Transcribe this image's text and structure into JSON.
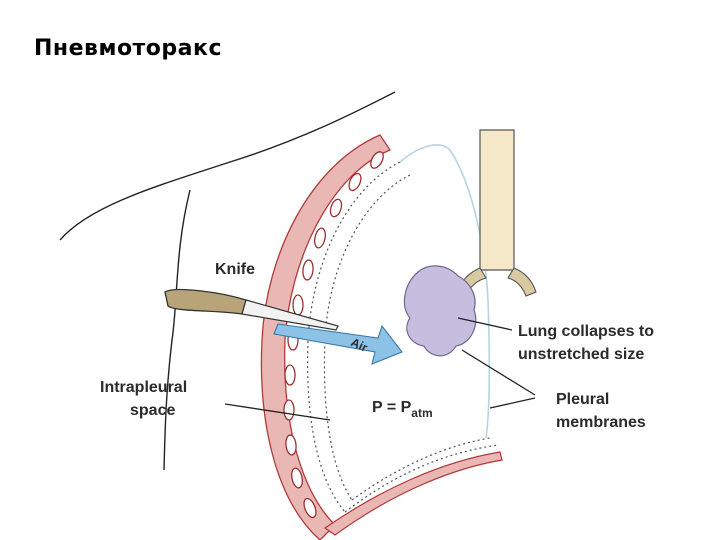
{
  "title": "Пневмоторакс",
  "labels": {
    "knife": "Knife",
    "air": "Air",
    "intrapleural_line1": "Intrapleural",
    "intrapleural_line2": "space",
    "pressure_main": "P = P",
    "pressure_sub": "atm",
    "lung_line1": "Lung collapses to",
    "lung_line2": "unstretched size",
    "pleural_line1": "Pleural",
    "pleural_line2": "membranes"
  },
  "colors": {
    "rib_wall": "#eab8b4",
    "rib_wall_stroke": "#b03a3a",
    "lung": "#c7bddf",
    "air_arrow": "#8cc2e6",
    "trachea": "#f4e8c8",
    "knife_handle": "#b9a47a",
    "membrane": "#b8d4e2"
  }
}
